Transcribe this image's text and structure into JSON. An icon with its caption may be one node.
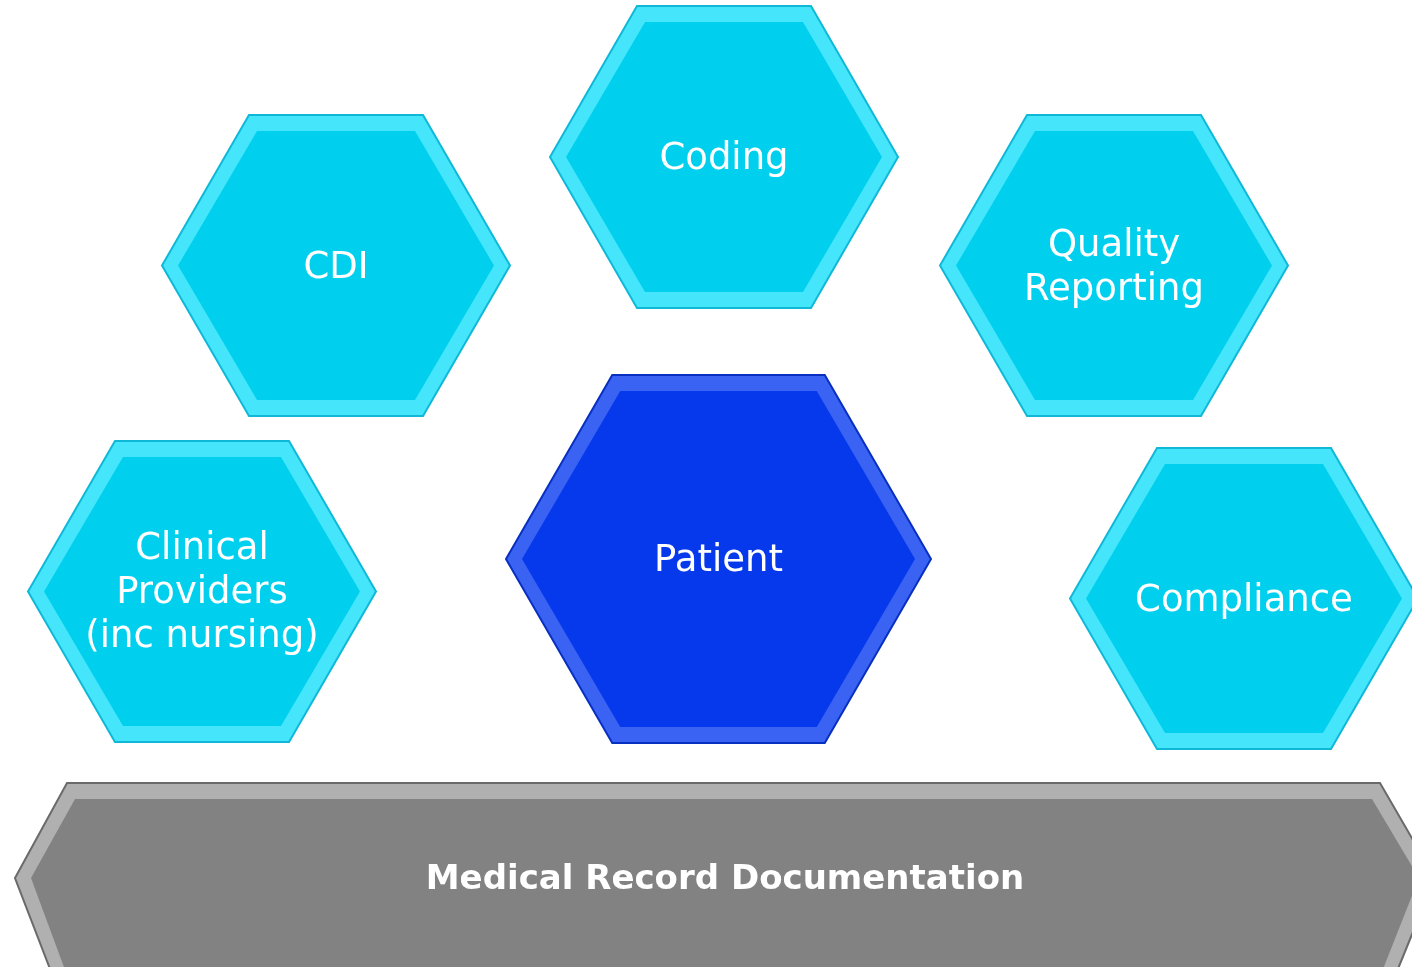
{
  "diagram": {
    "nodes": [
      {
        "text": [
          "Coding"
        ]
      },
      {
        "text": [
          "CDI"
        ]
      },
      {
        "text": [
          "Quality Reporting"
        ]
      },
      {
        "text": [
          "Clinical Providers (inc nursing)"
        ]
      },
      {
        "text": [
          "Patient"
        ]
      },
      {
        "text": [
          "Compliance"
        ]
      },
      {
        "text": [
          "Medical Record Documentation"
        ]
      }
    ]
  }
}
